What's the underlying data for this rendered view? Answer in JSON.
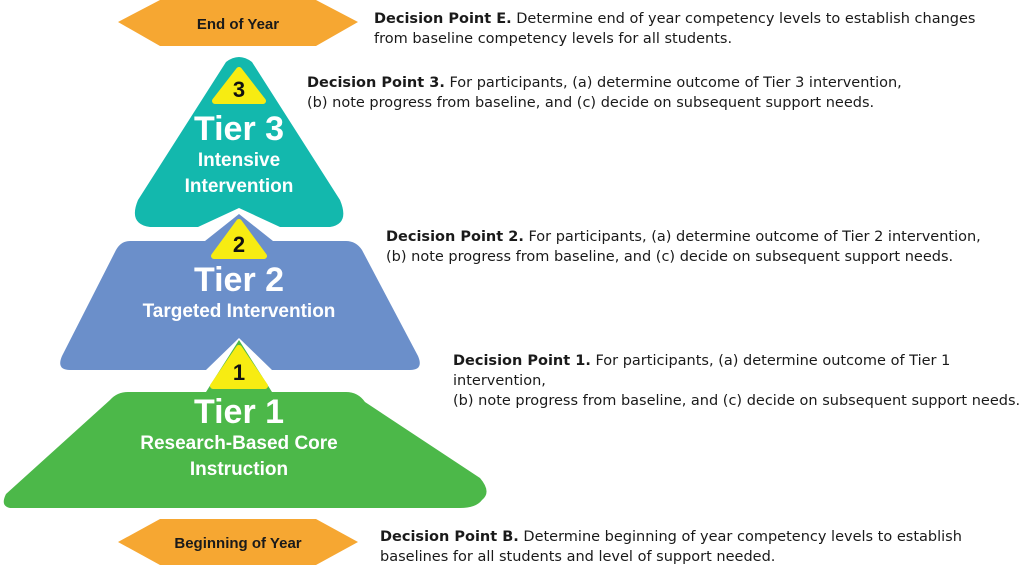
{
  "colors": {
    "tier1": "#4cb849",
    "tier2": "#6b8fca",
    "tier3": "#13b8ad",
    "badge": "#f7ec12",
    "hexagon": "#f6a732"
  },
  "hexagons": {
    "end": "End of Year",
    "beginning": "Beginning of Year"
  },
  "tiers": {
    "tier3": {
      "badge": "3",
      "title": "Tier 3",
      "subtitle_line1": "Intensive",
      "subtitle_line2": "Intervention"
    },
    "tier2": {
      "badge": "2",
      "title": "Tier 2",
      "subtitle_line1": "Targeted Intervention"
    },
    "tier1": {
      "badge": "1",
      "title": "Tier 1",
      "subtitle_line1": "Research-Based Core",
      "subtitle_line2": "Instruction"
    }
  },
  "decision_points": {
    "e": {
      "label": "Decision Point E.",
      "line1": "Determine end of year competency levels to establish changes",
      "line2": "from baseline competency levels for all students."
    },
    "three": {
      "label": "Decision Point 3.",
      "line1": "For participants, (a) determine outcome of Tier 3 intervention,",
      "line2": "(b) note progress from baseline, and (c) decide on subsequent support needs."
    },
    "two": {
      "label": "Decision Point 2.",
      "line1": "For participants, (a) determine outcome of Tier 2 intervention,",
      "line2": "(b) note progress from baseline, and (c) decide on subsequent support needs."
    },
    "one": {
      "label": "Decision Point 1.",
      "line1": "For participants, (a) determine outcome of Tier 1 intervention,",
      "line2": "(b) note progress from baseline, and (c) decide on subsequent support needs."
    },
    "b": {
      "label": "Decision Point B.",
      "line1": "Determine beginning of year competency levels to establish",
      "line2": "baselines for all students and level of support needed."
    }
  }
}
